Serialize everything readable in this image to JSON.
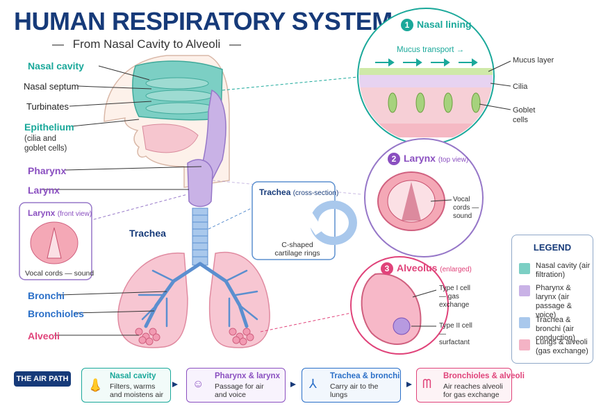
{
  "header": {
    "title": "HUMAN RESPIRATORY SYSTEM",
    "subtitle": "From Nasal Cavity to Alveoli",
    "dash": "—"
  },
  "labels": {
    "nasal_cavity": "Nasal cavity",
    "nasal_septum": "Nasal septum",
    "turbinates": "Turbinates",
    "epithelium": "Epithelium",
    "epithelium_note": "(cilia and goblet cells)",
    "pharynx": "Pharynx",
    "larynx": "Larynx",
    "trachea": "Trachea",
    "bronchi": "Bronchi",
    "bronchioles": "Bronchioles",
    "alveoli": "Alveoli"
  },
  "larynx_front": {
    "title": "Larynx",
    "sub": "(front view)",
    "caption": "Vocal cords — sound"
  },
  "trachea_cs": {
    "title": "Trachea",
    "sub": "(cross-section)",
    "caption": "C-shaped cartilage rings"
  },
  "nasal_lining": {
    "num": "1",
    "title": "Nasal lining",
    "transport": "Mucus transport →",
    "mucus": "Mucus layer",
    "cilia": "Cilia",
    "goblet": "Goblet cells"
  },
  "larynx_top": {
    "num": "2",
    "title": "Larynx",
    "sub": "(top view)",
    "caption": "Vocal cords — sound"
  },
  "alveolus": {
    "num": "3",
    "title": "Alveolus",
    "sub": "(enlarged)",
    "type1": "Type I cell — gas exchange",
    "type2": "Type II cell — surfactant"
  },
  "legend": {
    "title": "LEGEND",
    "items": [
      {
        "color": "#7ccfc4",
        "text": "Nasal cavity (air filtration)"
      },
      {
        "color": "#c9b2e6",
        "text": "Pharynx & larynx (air passage & voice)"
      },
      {
        "color": "#a9c8ec",
        "text": "Trachea & bronchi (air conduction)"
      },
      {
        "color": "#f4b3c5",
        "text": "Lungs & alveoli (gas exchange)"
      }
    ]
  },
  "air_path": {
    "label": "THE AIR PATH",
    "steps": [
      {
        "title": "Nasal cavity",
        "desc": "Filters, warms and moistens air",
        "color": "#1aa89a"
      },
      {
        "title": "Pharynx & larynx",
        "desc": "Passage for air and voice",
        "color": "#8a4fc0"
      },
      {
        "title": "Trachea & bronchi",
        "desc": "Carry air to the lungs",
        "color": "#2a6fc8"
      },
      {
        "title": "Bronchioles & alveoli",
        "desc": "Air reaches alveoli for gas exchange",
        "color": "#e0437a"
      }
    ]
  },
  "colors": {
    "navy": "#163a79",
    "teal": "#1aa89a",
    "purple": "#8a4fc0",
    "blue": "#2a6fc8",
    "pink": "#e0437a"
  }
}
